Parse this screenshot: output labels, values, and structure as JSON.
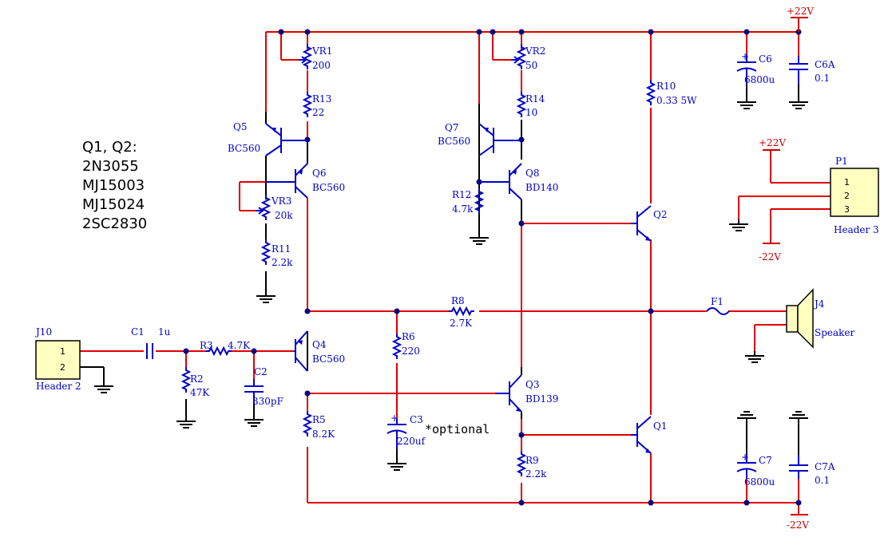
{
  "notes": {
    "title": "Q1, Q2:",
    "line1": "2N3055",
    "line2": "MJ15003",
    "line3": "MJ15024",
    "line4": "2SC2830",
    "optional": "*optional"
  },
  "rails": {
    "pos_top": "+22V",
    "neg_bottom": "-22V",
    "pos_header": "+22V",
    "neg_header": "-22V"
  },
  "components": {
    "vr1": {
      "ref": "VR1",
      "value": "200"
    },
    "vr2": {
      "ref": "VR2",
      "value": "50"
    },
    "vr3": {
      "ref": "VR3",
      "value": "20k"
    },
    "r13": {
      "ref": "R13",
      "value": "22"
    },
    "r14": {
      "ref": "R14",
      "value": "10"
    },
    "r10": {
      "ref": "R10",
      "value": "0.33 5W"
    },
    "r12": {
      "ref": "R12",
      "value": "4.7k"
    },
    "r11": {
      "ref": "R11",
      "value": "2.2k"
    },
    "r8": {
      "ref": "R8",
      "value": "2.7K"
    },
    "r6": {
      "ref": "R6",
      "value": "220"
    },
    "r3": {
      "ref": "R3",
      "value": "4.7K"
    },
    "r2": {
      "ref": "R2",
      "value": "47K"
    },
    "r5": {
      "ref": "R5",
      "value": "8.2K"
    },
    "r9": {
      "ref": "R9",
      "value": "2.2k"
    },
    "c1": {
      "ref": "C1",
      "value": "1u"
    },
    "c2": {
      "ref": "C2",
      "value": "330pF"
    },
    "c3": {
      "ref": "C3",
      "value": "220uf"
    },
    "c6": {
      "ref": "C6",
      "value": "6800u"
    },
    "c6a": {
      "ref": "C6A",
      "value": "0.1"
    },
    "c7": {
      "ref": "C7",
      "value": "6800u"
    },
    "c7a": {
      "ref": "C7A",
      "value": "0.1"
    },
    "q1": {
      "ref": "Q1"
    },
    "q2": {
      "ref": "Q2"
    },
    "q3": {
      "ref": "Q3",
      "value": "BD139"
    },
    "q4": {
      "ref": "Q4",
      "value": "BC560"
    },
    "q5": {
      "ref": "Q5",
      "value": "BC560"
    },
    "q6": {
      "ref": "Q6",
      "value": "BC560"
    },
    "q7": {
      "ref": "Q7",
      "value": "BC560"
    },
    "q8": {
      "ref": "Q8",
      "value": "BD140"
    },
    "f1": {
      "ref": "F1"
    },
    "j4": {
      "ref": "J4",
      "value": "Speaker"
    },
    "j10": {
      "ref": "J10",
      "value": "Header 2",
      "pin1": "1",
      "pin2": "2"
    },
    "p1": {
      "ref": "P1",
      "value": "Header 3",
      "pin1": "1",
      "pin2": "2",
      "pin3": "3"
    }
  },
  "colors": {
    "wire": "#e00000",
    "component": "#0000c8",
    "junction": "#000080",
    "header_fill": "#ffffc0"
  }
}
